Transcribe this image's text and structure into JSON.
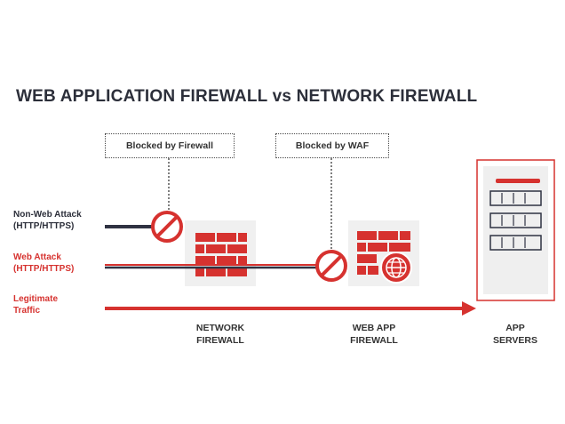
{
  "title": "WEB APPLICATION FIREWALL vs NETWORK FIREWALL",
  "callouts": {
    "firewall": "Blocked by Firewall",
    "waf": "Blocked by WAF"
  },
  "traffic": {
    "non_web": [
      "Non-Web Attack",
      "(HTTP/HTTPS)"
    ],
    "web": [
      "Web Attack",
      "(HTTP/HTTPS)"
    ],
    "legit": [
      "Legitimate",
      "Traffic"
    ]
  },
  "captions": {
    "network_firewall": [
      "NETWORK",
      "FIREWALL"
    ],
    "waf": [
      "WEB APP",
      "FIREWALL"
    ],
    "servers": [
      "APP",
      "SERVERS"
    ]
  },
  "colors": {
    "red": "#d6322f",
    "dark": "#2f3242",
    "text_dark": "#2c2f3a"
  },
  "icons": {
    "blocked": "prohibited-icon",
    "brick": "brick-wall-icon",
    "shield": "web-shield-icon",
    "server": "server-rack-icon"
  }
}
